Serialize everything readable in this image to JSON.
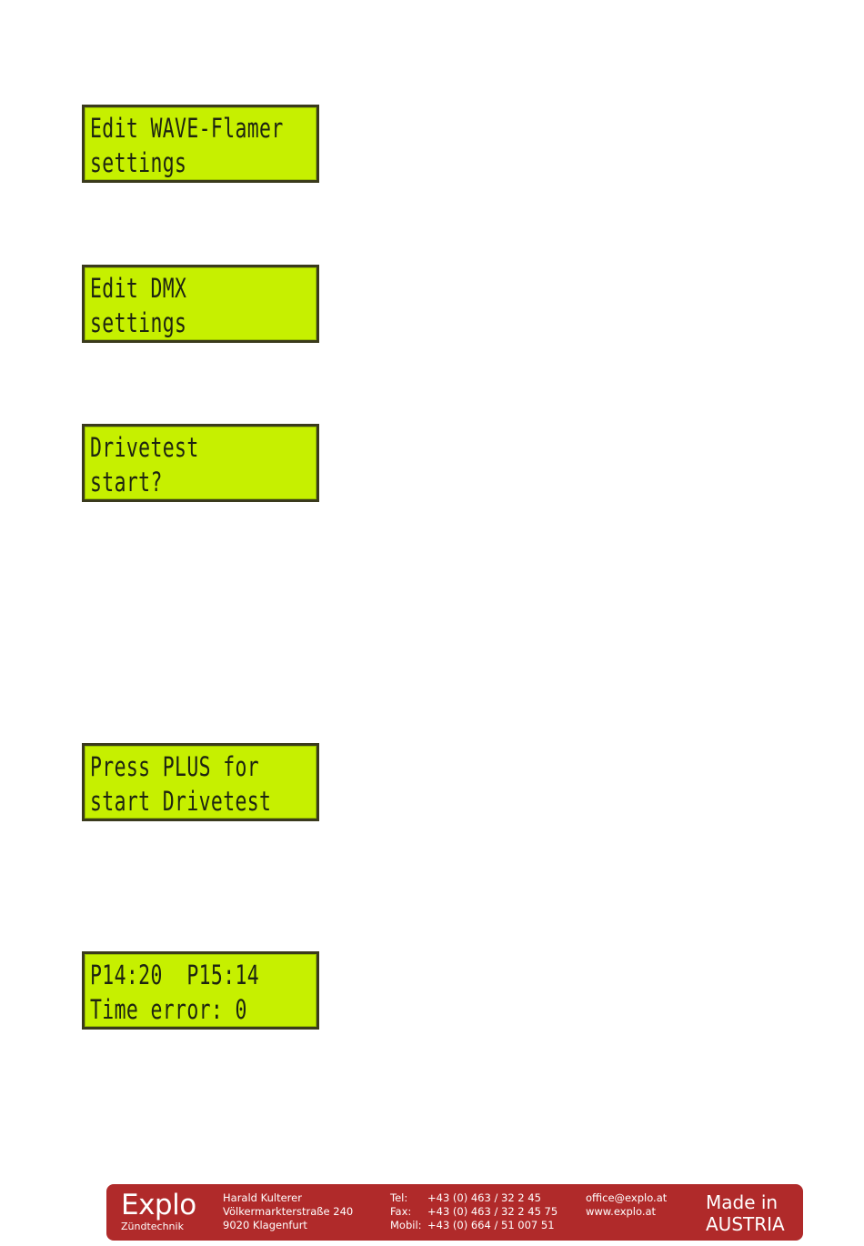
{
  "displays": [
    {
      "line1": "Edit WAVE-Flamer",
      "line2": "settings"
    },
    {
      "line1": "Edit DMX",
      "line2": "settings"
    },
    {
      "line1": "Drivetest",
      "line2": "start?"
    },
    {
      "line1": "Press PLUS for",
      "line2": "start Drivetest"
    },
    {
      "line1": "P14:20  P15:14",
      "line2": "Time error: 0"
    }
  ],
  "footer": {
    "brand": "Explo",
    "brand_sub": "Zündtechnik",
    "address": [
      "Harald Kulterer",
      "Völkermarkterstraße 240",
      "9020 Klagenfurt"
    ],
    "phones": [
      {
        "label": "Tel:",
        "value": "+43 (0) 463 / 32 2 45"
      },
      {
        "label": "Fax:",
        "value": "+43 (0) 463 / 32 2 45 75"
      },
      {
        "label": "Mobil:",
        "value": "+43 (0) 664 / 51 007 51"
      }
    ],
    "email": "office@explo.at",
    "website": "www.explo.at",
    "made_in_line1": "Made in",
    "made_in_line2": "AUSTRIA",
    "background_color": "#b02a2a"
  }
}
